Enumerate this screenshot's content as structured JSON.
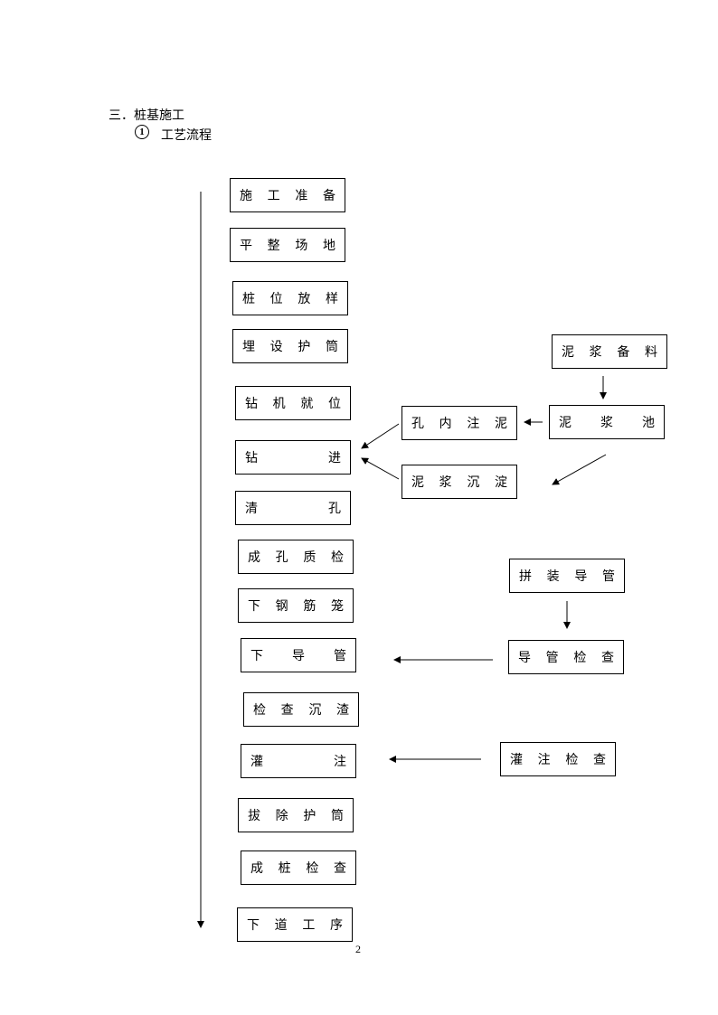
{
  "section_heading": "三．桩基施工",
  "step_marker": "1",
  "subheading": "工艺流程",
  "main_steps": [
    "施工准备",
    "平整场地",
    "桩位放样",
    "埋设护筒",
    "钻机就位",
    "钻进",
    "清孔",
    "成孔质检",
    "下钢筋笼",
    "下导管",
    "检查沉渣",
    "灌注",
    "拔除护筒",
    "成桩检查",
    "下道工序"
  ],
  "side_steps": {
    "slurry_material": "泥浆备料",
    "slurry_pool": "泥浆池",
    "hole_injection": "孔内注泥",
    "slurry_settling": "泥浆沉淀",
    "assemble_pipe": "拼装导管",
    "pipe_check": "导管检查",
    "pour_check": "灌注检查"
  },
  "page_number": "2"
}
